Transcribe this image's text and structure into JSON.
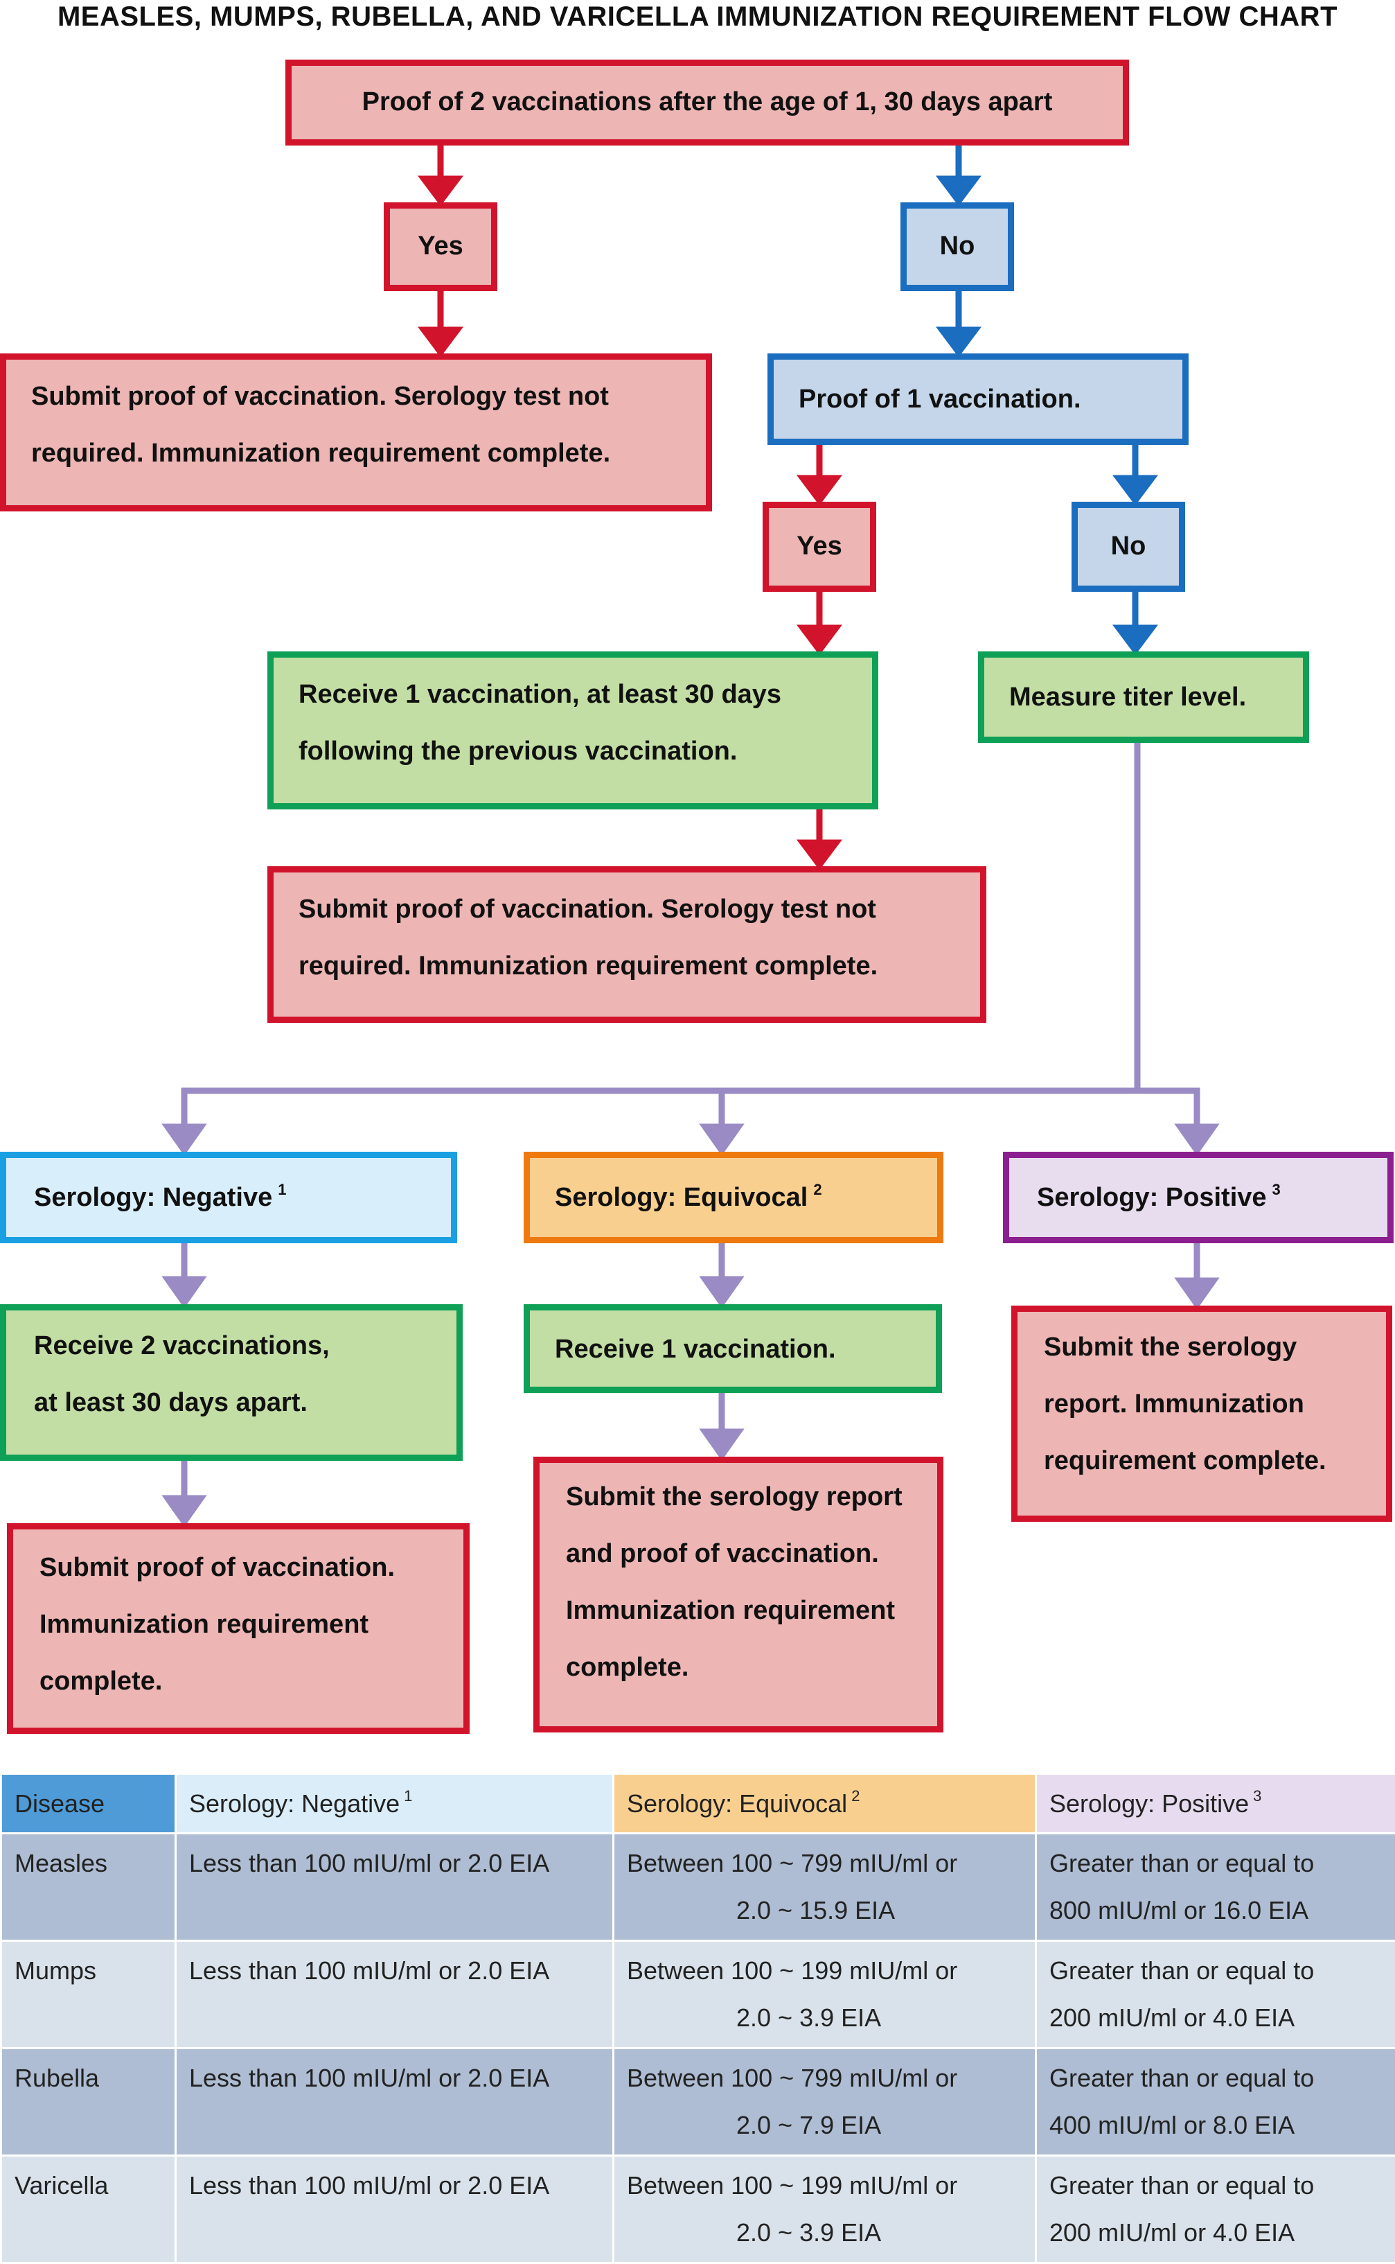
{
  "title": "MEASLES, MUMPS, RUBELLA, AND VARICELLA IMMUNIZATION REQUIREMENT FLOW CHART",
  "colors": {
    "red_border": "#d2132c",
    "red_fill": "#edb5b4",
    "blue_border": "#1a6dbf",
    "blue_fill": "#c5d6ea",
    "green_border": "#0da056",
    "green_fill": "#c3dea4",
    "negative_border": "#1aa0e2",
    "negative_fill": "#d9eefb",
    "equivocal_border": "#ee7a0f",
    "equivocal_fill": "#f9cf8f",
    "positive_border": "#8c1f8f",
    "positive_fill": "#e8dcef",
    "connector_purple": "#9a8bc4"
  },
  "flow": {
    "proof_two": "Proof of 2 vaccinations after the age of 1, 30 days apart",
    "yes_1": "Yes",
    "no_1": "No",
    "complete_1": [
      "Submit proof of vaccination.  Serology test not",
      "required. Immunization requirement complete."
    ],
    "proof_one": "Proof of 1 vaccination.",
    "yes_2": "Yes",
    "no_2": "No",
    "receive_one_followup": [
      "Receive 1 vaccination, at least 30 days",
      "following the previous vaccination."
    ],
    "measure_titer": "Measure titer level.",
    "complete_2": [
      "Submit proof of vaccination.  Serology test not",
      "required. Immunization requirement complete."
    ],
    "serology_negative": "Serology: Negative",
    "serology_negative_note": "1",
    "serology_equivocal": "Serology: Equivocal",
    "serology_equivocal_note": "2",
    "serology_positive": "Serology: Positive",
    "serology_positive_note": "3",
    "receive_two": [
      "Receive 2 vaccinations,",
      "at least 30 days apart."
    ],
    "receive_one": "Receive 1 vaccination.",
    "submit_negative": [
      "Submit proof of vaccination.",
      "Immunization requirement",
      "complete."
    ],
    "submit_equivocal": [
      "Submit the serology report",
      "and proof of vaccination.",
      "Immunization requirement",
      "complete."
    ],
    "submit_positive": [
      "Submit the serology",
      "report.  Immunization",
      "requirement complete."
    ]
  },
  "table": {
    "headers": [
      {
        "label": "Disease",
        "note": ""
      },
      {
        "label": "Serology: Negative",
        "note": "1"
      },
      {
        "label": "Serology: Equivocal",
        "note": "2"
      },
      {
        "label": "Serology: Positive",
        "note": "3"
      }
    ],
    "rows": [
      {
        "disease": "Measles",
        "negative": "Less than 100 mIU/ml or 2.0 EIA",
        "equivocal": [
          "Between 100 ~ 799 mIU/ml or",
          "2.0  ~ 15.9 EIA"
        ],
        "positive": [
          "Greater than or equal to",
          "800 mIU/ml or 16.0 EIA"
        ]
      },
      {
        "disease": "Mumps",
        "negative": "Less than 100 mIU/ml or 2.0 EIA",
        "equivocal": [
          "Between 100 ~ 199 mIU/ml or",
          "2.0  ~ 3.9 EIA"
        ],
        "positive": [
          "Greater than or equal to",
          "200 mIU/ml or 4.0 EIA"
        ]
      },
      {
        "disease": "Rubella",
        "negative": "Less than 100 mIU/ml or 2.0 EIA",
        "equivocal": [
          "Between 100 ~ 799 mIU/ml or",
          "2.0  ~ 7.9 EIA"
        ],
        "positive": [
          "Greater than or equal to",
          "400 mIU/ml or 8.0 EIA"
        ]
      },
      {
        "disease": "Varicella",
        "negative": "Less than 100 mIU/ml or 2.0 EIA",
        "equivocal": [
          "Between 100 ~ 199 mIU/ml or",
          "2.0  ~ 3.9 EIA"
        ],
        "positive": [
          "Greater than or equal to",
          "200 mIU/ml or 4.0 EIA"
        ]
      }
    ]
  }
}
